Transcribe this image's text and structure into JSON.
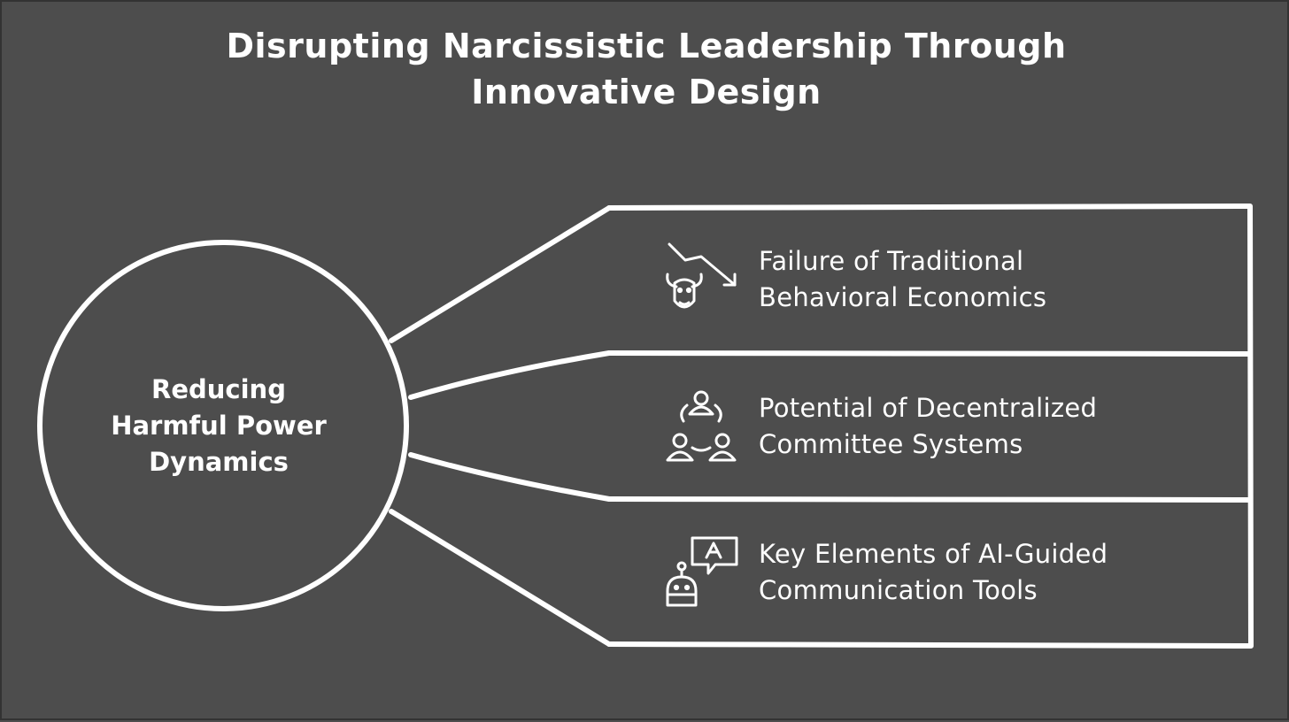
{
  "title": "Disrupting Narcissistic Leadership Through\nInnovative Design",
  "hub": {
    "label": "Reducing\nHarmful Power\nDynamics"
  },
  "branches": [
    {
      "label": "Failure of Traditional\nBehavioral Economics",
      "icon": "bull-falling-chart-icon"
    },
    {
      "label": "Potential of Decentralized\nCommittee Systems",
      "icon": "group-network-icon"
    },
    {
      "label": "Key Elements of AI-Guided\nCommunication Tools",
      "icon": "robot-chat-icon"
    }
  ],
  "colors": {
    "background": "#4d4d4d",
    "stroke": "#ffffff",
    "text": "#ffffff"
  }
}
